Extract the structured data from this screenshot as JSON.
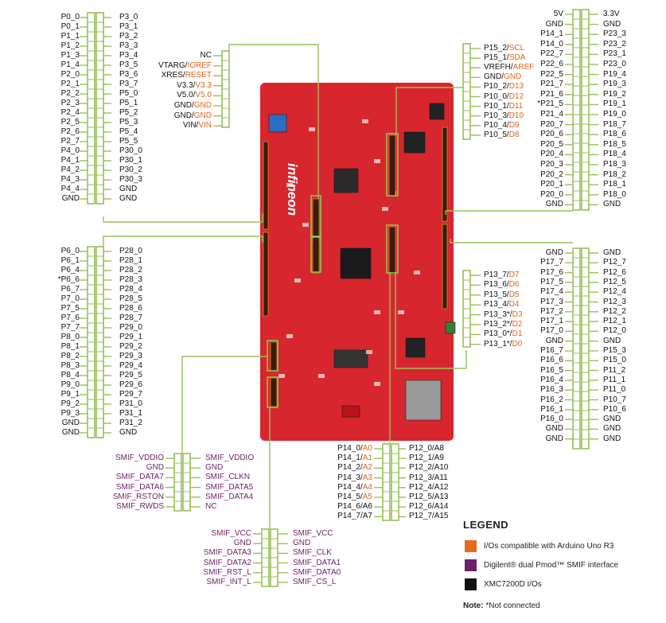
{
  "colors": {
    "board": "#d7262e",
    "wire": "#97c05a",
    "arduino": "#e56b1f",
    "smif": "#6b1f66",
    "io": "#111111"
  },
  "board": {
    "brand": "infineon"
  },
  "headers": [
    {
      "id": "x1-left",
      "left": [
        "P0_0",
        "P0_1",
        "P1_1",
        "P1_2",
        "P1_3",
        "P1_4",
        "P2_0",
        "P2_1",
        "P2_2",
        "P2_3",
        "P2_4",
        "P2_5",
        "P2_6",
        "P2_7",
        "P4_0",
        "P4_1",
        "P4_2",
        "P4_3",
        "P4_4",
        "GND"
      ],
      "right": [
        "P3_0",
        "P3_1",
        "P3_2",
        "P3_3",
        "P3_4",
        "P3_5",
        "P3_6",
        "P3_7",
        "P5_0",
        "P5_1",
        "P5_2",
        "P5_3",
        "P5_4",
        "P5_5",
        "P30_0",
        "P30_1",
        "P30_2",
        "P30_3",
        "GND",
        "GND"
      ]
    },
    {
      "id": "x2-left",
      "left": [
        "P6_0",
        "P6_1",
        "P6_4",
        "*P6_6",
        "P6_7",
        "P7_0",
        "P7_5",
        "P7_6",
        "P7_7",
        "P8_0",
        "P8_1",
        "P8_2",
        "P8_3",
        "P8_4",
        "P9_0",
        "P9_1",
        "P9_2",
        "P9_3",
        "GND",
        "GND"
      ],
      "right": [
        "P28_0",
        "P28_1",
        "P28_2",
        "P28_3",
        "P28_4",
        "P28_5",
        "P28_6",
        "P28_7",
        "P29_0",
        "P29_1",
        "P29_2",
        "P29_3",
        "P29_4",
        "P29_5",
        "P29_6",
        "P29_7",
        "P31_0",
        "P31_1",
        "P31_2",
        "GND"
      ]
    },
    {
      "id": "x1-right",
      "left": [
        "5V",
        "GND",
        "P14_1",
        "P14_0",
        "P22_7",
        "P22_6",
        "P22_5",
        "P21_7",
        "P21_6",
        "*P21_5",
        "P21_4",
        "P20_7",
        "P20_6",
        "P20_5",
        "P20_4",
        "P20_3",
        "P20_2",
        "P20_1",
        "P20_0",
        "GND"
      ],
      "right": [
        "3.3V",
        "GND",
        "P23_3",
        "P23_2",
        "P23_1",
        "P23_0",
        "P19_4",
        "P19_3",
        "P19_2",
        "P19_1",
        "P19_0",
        "P18_7",
        "P18_6",
        "P18_5",
        "P18_4",
        "P18_3",
        "P18_2",
        "P18_1",
        "P18_0",
        "GND"
      ]
    },
    {
      "id": "x2-right",
      "left": [
        "GND",
        "P17_7",
        "P17_6",
        "P17_5",
        "P17_4",
        "P17_3",
        "P17_2",
        "P17_1",
        "P17_0",
        "GND",
        "P16_7",
        "P16_6",
        "P16_5",
        "P16_4",
        "P16_3",
        "P16_2",
        "P16_1",
        "P16_0",
        "GND",
        "GND"
      ],
      "right": [
        "GND",
        "P12_7",
        "P12_6",
        "P12_5",
        "P12_4",
        "P12_3",
        "P12_2",
        "P12_1",
        "P12_0",
        "GND",
        "P15_3",
        "P15_0",
        "P11_2",
        "P11_1",
        "P11_0",
        "P10_7",
        "P10_6",
        "GND",
        "GND",
        "GND"
      ]
    }
  ],
  "power_header": [
    {
      "a": "NC",
      "b": ""
    },
    {
      "a": "VTARG/",
      "b": "IOREF"
    },
    {
      "a": "XRES/",
      "b": "RESET"
    },
    {
      "a": "V3.3/",
      "b": "V3.3"
    },
    {
      "a": "V5.0/",
      "b": "V5.0"
    },
    {
      "a": "GND/",
      "b": "GND"
    },
    {
      "a": "GND/",
      "b": "GND"
    },
    {
      "a": "VIN/",
      "b": "VIN"
    }
  ],
  "digital_high": [
    {
      "a": "P15_2/",
      "b": "SCL"
    },
    {
      "a": "P15_1/",
      "b": "SDA"
    },
    {
      "a": "VREFH/",
      "b": "AREF"
    },
    {
      "a": "GND/",
      "b": "GND"
    },
    {
      "a": "P10_2/",
      "b": "D13"
    },
    {
      "a": "P10_0/",
      "b": "D12"
    },
    {
      "a": "P10_1/",
      "b": "D11"
    },
    {
      "a": "P10_3/",
      "b": "D10"
    },
    {
      "a": "P10_4/",
      "b": "D9"
    },
    {
      "a": "P10_5/",
      "b": "D8"
    }
  ],
  "digital_low": [
    {
      "a": "P13_7/",
      "b": "D7"
    },
    {
      "a": "P13_6/",
      "b": "D6"
    },
    {
      "a": "P13_5/",
      "b": "D5"
    },
    {
      "a": "P13_4/",
      "b": "D4"
    },
    {
      "a": "P13_3*/",
      "b": "D3"
    },
    {
      "a": "P13_2*/",
      "b": "D2"
    },
    {
      "a": "P13_0*/",
      "b": "D1"
    },
    {
      "a": "P13_1*/",
      "b": "D0"
    }
  ],
  "analog": {
    "left": [
      {
        "a": "P14_0/",
        "b": "A0"
      },
      {
        "a": "P14_1/",
        "b": "A1"
      },
      {
        "a": "P14_2/",
        "b": "A2"
      },
      {
        "a": "P14_3/",
        "b": "A3"
      },
      {
        "a": "P14_4/",
        "b": "A4"
      },
      {
        "a": "P14_5/",
        "b": "A5"
      },
      {
        "a": "P14_6/A6",
        "b": ""
      },
      {
        "a": "P14_7/A7",
        "b": ""
      }
    ],
    "right": [
      "P12_0/A8",
      "P12_1/A9",
      "P12_2/A10",
      "P12_3/A11",
      "P12_4/A12",
      "P12_5/A13",
      "P12_6/A14",
      "P12_7/A15"
    ]
  },
  "smif1": {
    "left": [
      "SMIF_VDDIO",
      "GND",
      "SMIF_DATA7",
      "SMIF_DATA6",
      "SMIF_RSTON",
      "SMIF_RWDS"
    ],
    "right": [
      "SMIF_VDDIO",
      "GND",
      "SMIF_CLKN",
      "SMIF_DATA5",
      "SMIF_DATA4",
      "NC"
    ]
  },
  "smif2": {
    "left": [
      "SMIF_VCC",
      "GND",
      "SMIF_DATA3",
      "SMIF_DATA2",
      "SMIF_RST_L",
      "SMIF_INT_L"
    ],
    "right": [
      "SMIF_VCC",
      "GND",
      "SMIF_CLK",
      "SMIF_DATA1",
      "SMIF_DATA0",
      "SMIF_CS_L"
    ]
  },
  "legend": {
    "title": "LEGEND",
    "items": [
      {
        "text": "I/Os compatible with Arduino Uno R3",
        "color": "#e56b1f"
      },
      {
        "text": "Digilent® dual Pmod™ SMIF interface",
        "color": "#6b1f66"
      },
      {
        "text": "XMC7200D I/Os",
        "color": "#111111"
      }
    ]
  },
  "note": {
    "label": "Note:",
    "text": "*Not connected"
  }
}
